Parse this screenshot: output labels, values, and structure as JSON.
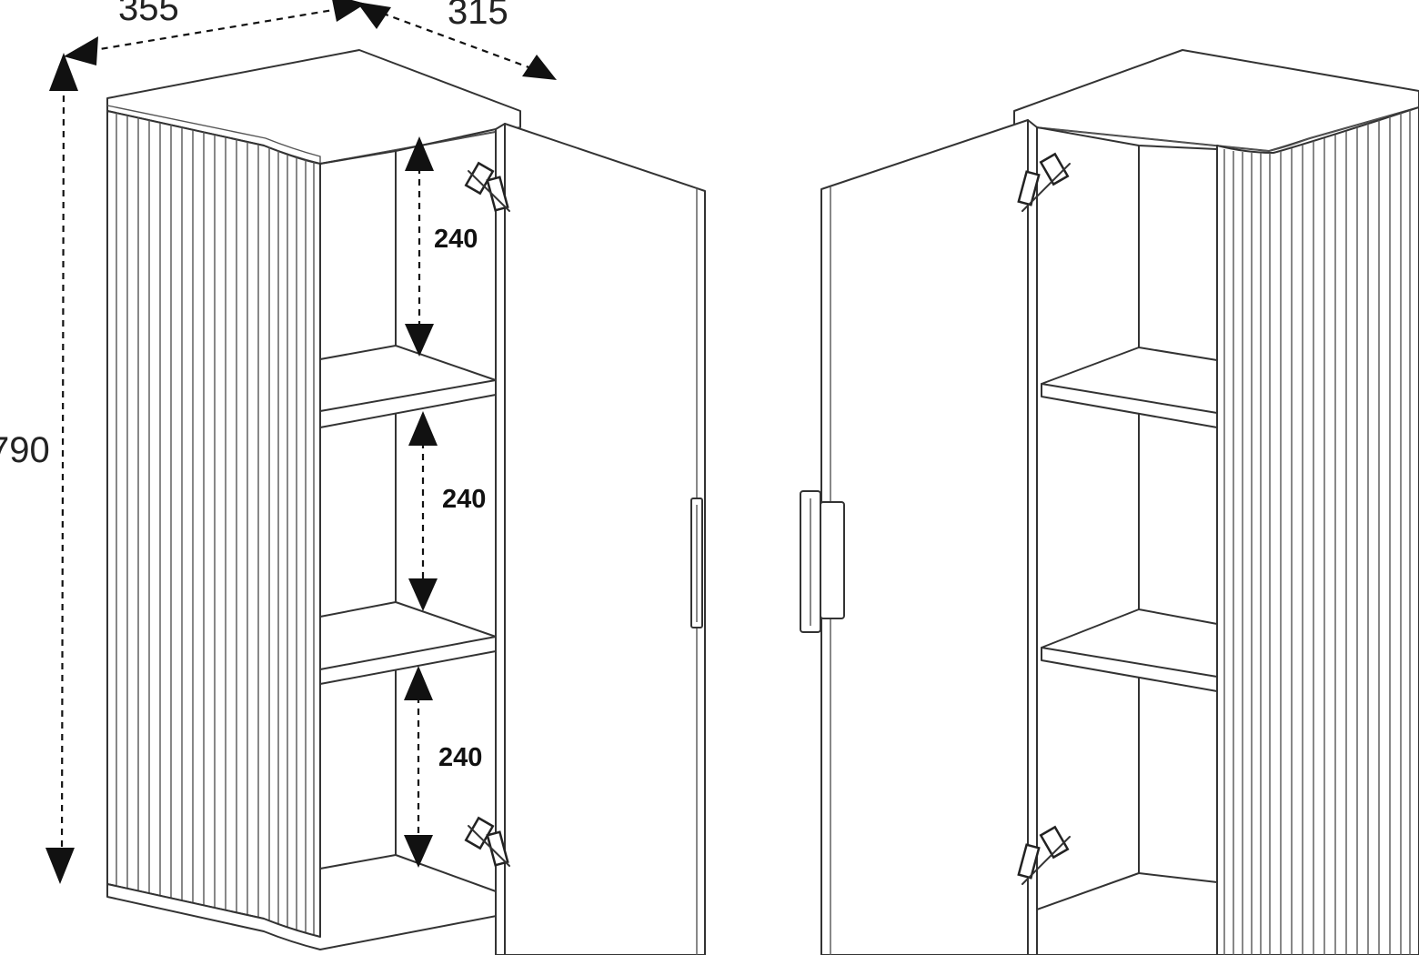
{
  "dimensions": {
    "width_label": "355",
    "depth_label": "315",
    "height_label": "790",
    "shelf_gaps": [
      "240",
      "240",
      "240"
    ]
  },
  "colors": {
    "line": "#333333",
    "arrow": "#111111",
    "background": "#ffffff"
  }
}
